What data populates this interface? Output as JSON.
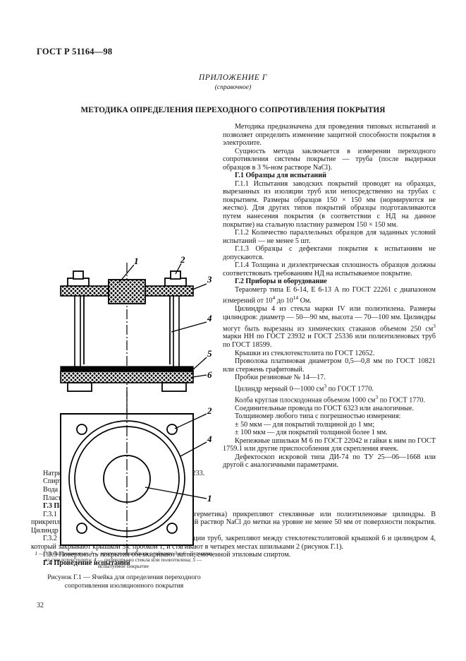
{
  "header": {
    "standard_id": "ГОСТ Р 51164—98"
  },
  "annex": {
    "title": "ПРИЛОЖЕНИЕ Г",
    "subtitle": "(справочное)"
  },
  "document": {
    "title": "МЕТОДИКА ОПРЕДЕЛЕНИЯ ПЕРЕХОДНОГО СОПРОТИВЛЕНИЯ ПОКРЫТИЯ",
    "page_number": "32"
  },
  "body": {
    "intro_1": "Методика предназначена для проведения типовых испытаний и позволяет определить изменение защитной способности покрытия в электролите.",
    "intro_2": "Сущность метода заключается в измерении переходного сопротивления системы покрытие — труба (после выдержки образцов в 3 %-ном растворе NaCl).",
    "g1_heading": "Г.1  Образцы для испытаний",
    "g1_1": "Г.1.1  Испытания заводских покрытий проводят на образцах, вырезанных из изоляции труб или непосредственно на трубах с покрытием. Размеры образцов 150 × 150 мм (нормируются не жестко). Для других типов покрытий образцы подготавливаются путем нанесения покрытия (в соответствии с НД на данное покрытие) на стальную пластину размером 150 × 150 мм.",
    "g1_2": "Г.1.2  Количество параллельных образцов для заданных условий испытаний — не менее 5 шт.",
    "g1_3": "Г.1.3  Образцы с дефектами покрытия к испытаниям не допускаются.",
    "g1_4": "Г.1.4  Толщина и диэлектрическая сплошность образцов должны соответствовать требованиям НД на испытываемое покрытие.",
    "g2_heading": "Г.2  Приборы и оборудование",
    "g2_teraometer": "Тераометр типа Е 6-14, Е 6-13 А по ГОСТ 22261 с диапазоном измерений от 10",
    "g2_teraometer_sup1": "4",
    "g2_teraometer_mid": " до 10",
    "g2_teraometer_sup2": "14",
    "g2_teraometer_end": " Ом.",
    "g2_cylinders_a": "Цилиндры 4 из стекла марки IV или полиэтилена. Размеры цилиндров: диаметр — 50—90 мм, высота — 70—100 мм. Цилиндры могут быть вырезаны из химических стаканов объемом 250 см",
    "g2_cylinders_sup": "3",
    "g2_cylinders_b": " марки НН по ГОСТ 23932 и ГОСТ 25336 или полиэтиленовых труб по ГОСТ 18599.",
    "g2_lids": "Крышки из стеклотекстолита по ГОСТ 12652.",
    "g2_wire": "Проволока платиновая диаметром 0,5—0,8 мм по ГОСТ 10821 или стержень графитовый.",
    "g2_stoppers": "Пробки резиновые № 14—17.",
    "g2_measuring_cyl_a": "Цилиндр мерный 0—1000 см",
    "g2_measuring_cyl_sup": "3",
    "g2_measuring_cyl_b": " по ГОСТ 1770.",
    "g2_flask_a": "Колба круглая плоскодонная объемом 1000 см",
    "g2_flask_sup": "3",
    "g2_flask_b": " по ГОСТ 1770.",
    "g2_wires": "Соединительные провода по ГОСТ 6323 или аналогичные.",
    "g2_thickness_gauge": "Толщиномер любого типа с погрешностью измерения:",
    "g2_tol_50": "± 50 мкм — для покрытий толщиной до 1 мм;",
    "g2_tol_100": "± 100 мкм — для покрытий толщиной более 1 мм.",
    "g2_studs": "Крепежные шпильки М 6 по ГОСТ 22042 и гайки к ним по ГОСТ 1759.1 или другие приспособления для скрепления ячеек.",
    "g2_flaw_detector": "Дефектоскоп искровой типа ДИ-74 по ТУ 25—06—1668 или другой с аналогичными параметрами.",
    "g2_nacl": "Натрий хлористый квалификации ХЧ по ГОСТ 4233.",
    "g2_ethanol": "Спирт этиловый по ГОСТ 18300.",
    "g2_water": "Вода дистиллированная по ГОСТ 6709.",
    "g2_plasticine": "Пластилин.",
    "g3_heading": "Г.3  Подготовка к испытанию",
    "g3_1": "Г.3.1  К образцам с помощью пластилина (герметика) прикрепляют стеклянные или полиэтиленовые цилиндры. В прикрепленный к образцу цилиндр заливают 3 %-ный раствор NaCl до метки на уровне не менее 50 мм от поверхности покрытия. Цилиндр накрывают стеклотекстолитовой крышкой.",
    "g3_2": "Г.3.2 Образцы покрытия 5, вырезанные из изоляции труб, закрепляют между стеклотекстолитовой крышкой 6 и цилиндром 4, который закрывают крышкой 3 с пробкой 1, и стягивают в четырех местах шпильками 2 (рисунок Г.1).",
    "g3_3": "Г.3.3 Поверхность покрытия обезжиривают ватой, смоченной этиловым спиртом.",
    "g4_heading": "Г.4  Проведение испытаний"
  },
  "figure": {
    "legend_line1_a": "1",
    "legend_line1_b": " — пробки резиновые; ",
    "legend_line1_c": "2",
    "legend_line1_d": " — крепежные шпильки с гайками; ",
    "legend_line2_a": "3",
    "legend_line2_b": " и ",
    "legend_line2_c": "6",
    "legend_line2_d": " — крышки из стеклотекстолита; ",
    "legend_line2_e": "4",
    "legend_line2_f": " — цилиндры из стекла или полиэтилена; ",
    "legend_line3_a": "5",
    "legend_line3_b": " — испытуемое покрытие",
    "caption": "Рисунок Г.1 — Ячейка для определения переходного сопротивления изоляционного покрытия",
    "callouts": {
      "c1_top": "1",
      "c2_top": "2",
      "c3": "3",
      "c4": "4",
      "c5": "5",
      "c6": "6",
      "c2_bottom": "2",
      "c4_bottom": "4",
      "c1_bottom": "1"
    }
  }
}
